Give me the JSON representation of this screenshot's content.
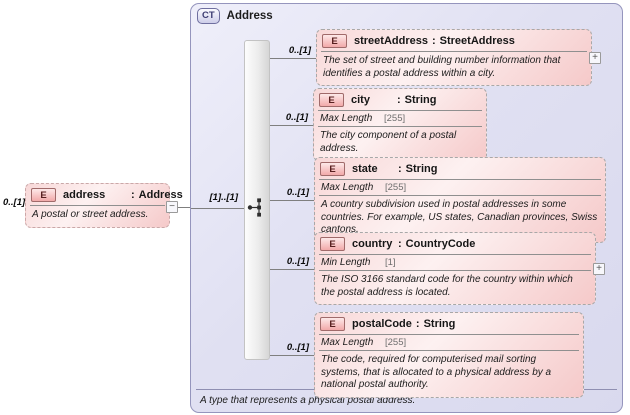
{
  "syntax": {
    "colon": ":"
  },
  "diagram": {
    "root_element": {
      "cardinality": "0..[1]",
      "badge": "E",
      "name": "address",
      "type": "Address",
      "description": "A postal or street address."
    },
    "complex_type": {
      "badge": "CT",
      "title": "Address",
      "sequence_cardinality": "[1]..[1]",
      "compositor": "sequence-icon",
      "description": "A type that represents a physical postal address."
    },
    "children": [
      {
        "badge": "E",
        "name": "streetAddress",
        "type": "StreetAddress",
        "cardinality": "0..[1]",
        "facet_label": "",
        "facet_value": "",
        "description": "The set of street and building number information that identifies a postal address within a city.",
        "expandable": true
      },
      {
        "badge": "E",
        "name": "city",
        "type": "String",
        "cardinality": "0..[1]",
        "facet_label": "Max Length",
        "facet_value": "[255]",
        "description": "The city component of a postal address.",
        "expandable": false
      },
      {
        "badge": "E",
        "name": "state",
        "type": "String",
        "cardinality": "0..[1]",
        "facet_label": "Max Length",
        "facet_value": "[255]",
        "description": "A country subdivision used in postal addresses in some countries. For example, US states, Canadian provinces, Swiss cantons.",
        "expandable": false
      },
      {
        "badge": "E",
        "name": "country",
        "type": "CountryCode",
        "cardinality": "0..[1]",
        "facet_label": "Min Length",
        "facet_value": "[1]",
        "description": "The ISO 3166 standard code for the country within which the postal address is located.",
        "expandable": true
      },
      {
        "badge": "E",
        "name": "postalCode",
        "type": "String",
        "cardinality": "0..[1]",
        "facet_label": "Max Length",
        "facet_value": "[255]",
        "description": "The code, required for computerised mail sorting systems, that is allocated to a physical address by a national postal authority.",
        "expandable": false
      }
    ]
  },
  "colors": {
    "element_fill": "#f5c9c9",
    "element_badge_border": "#a06a6a",
    "complex_type_fill": "#dfdff1",
    "complex_type_border": "#9595bd",
    "connector": "#7f7f7f"
  }
}
